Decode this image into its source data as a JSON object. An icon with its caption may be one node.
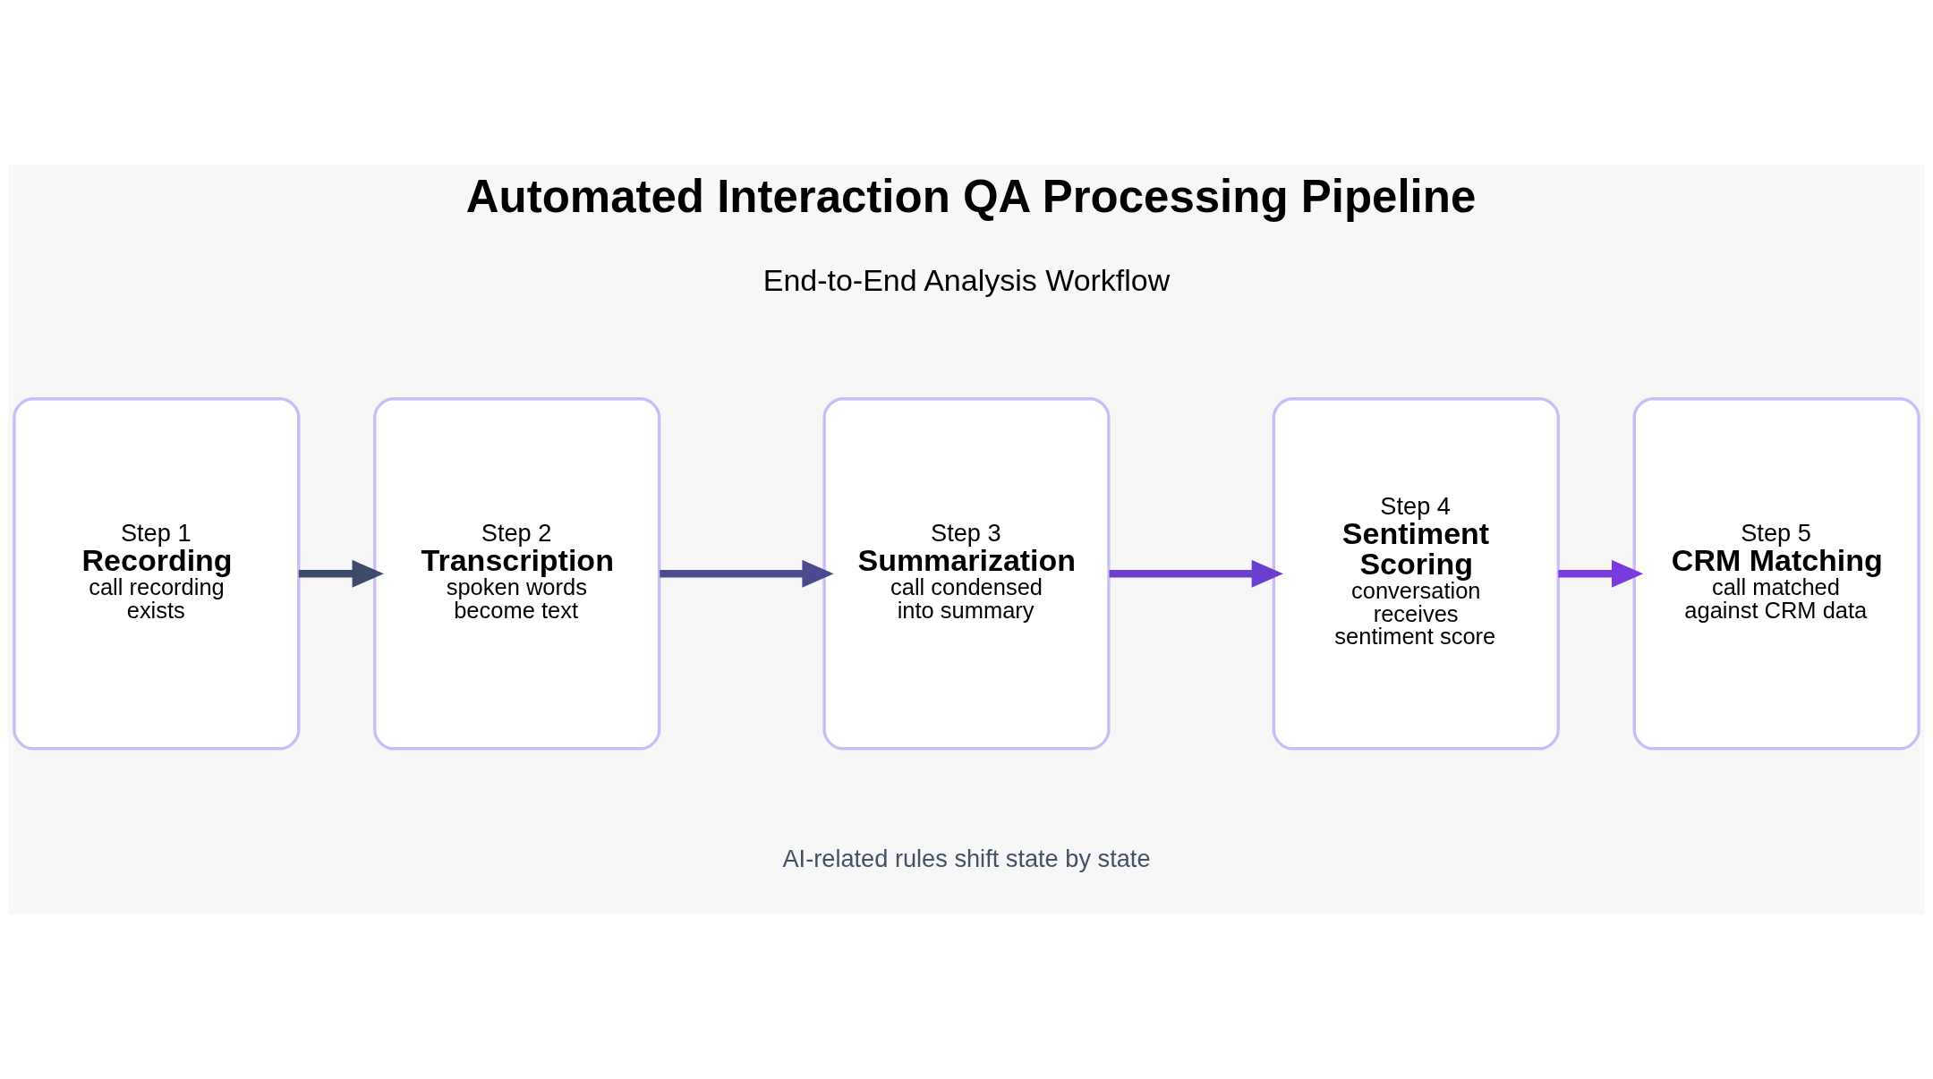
{
  "diagram": {
    "title": "Automated Interaction QA Processing Pipeline",
    "caption": "AI-related rules shift state by state",
    "nodes": [
      {
        "text": [
          "Step 1",
          "Recording",
          "call recording exists"
        ]
      },
      {
        "text": [
          "Step 2",
          "Transcription",
          "spoken words become text"
        ]
      },
      {
        "text": [
          "Step 3",
          "Summarization",
          "call condensed into summary"
        ]
      },
      {
        "text": [
          "Step 4",
          "Sentiment Scoring",
          "conversation receives sentiment score"
        ]
      },
      {
        "text": [
          "Step 5",
          "CRM Matching",
          "call matched against CRM data"
        ]
      }
    ],
    "edges": [
      {
        "from": 0,
        "to": 1,
        "arrow": "to",
        "color": "#3d4a6b"
      },
      {
        "from": 1,
        "to": 2,
        "arrow": "to",
        "color": "#4b4a8f"
      },
      {
        "from": 2,
        "to": 3,
        "arrow": "to",
        "color": "#6a3fd0"
      },
      {
        "from": 3,
        "to": 4,
        "arrow": "to",
        "color": "#7b3ae0"
      }
    ],
    "labels": [
      "End-to-End Analysis Workflow"
    ]
  }
}
